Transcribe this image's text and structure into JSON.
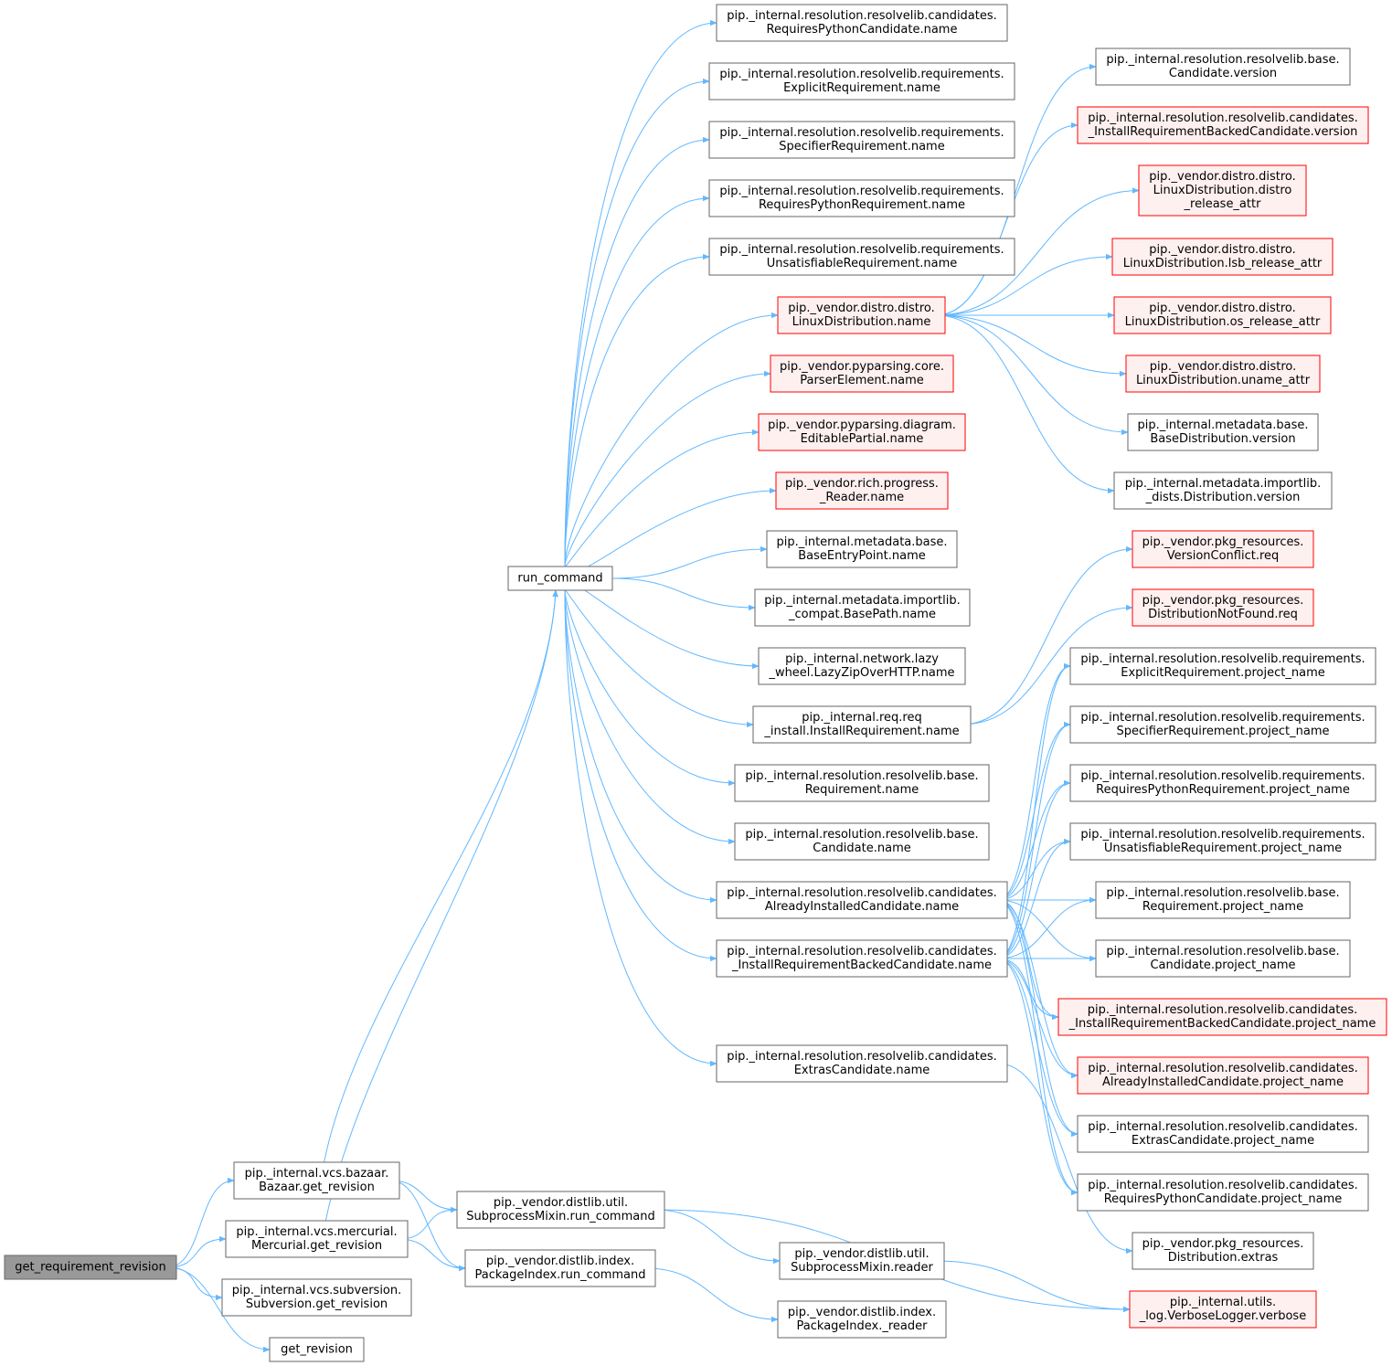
{
  "graph": {
    "colors": {
      "edge": "#63b8ff",
      "node_fill": "#ffffff",
      "node_border": "#666666",
      "root_fill": "#999999",
      "root_border": "#666666",
      "external_fill": "#fff0f0",
      "external_border": "#ff0000"
    },
    "nodes": [
      {
        "id": "root",
        "lines": [
          "get_requirement_revision"
        ],
        "kind": "root"
      },
      {
        "id": "bazaar",
        "lines": [
          "pip._internal.vcs.bazaar.",
          "Bazaar.get_revision"
        ],
        "kind": "normal"
      },
      {
        "id": "mercurial",
        "lines": [
          "pip._internal.vcs.mercurial.",
          "Mercurial.get_revision"
        ],
        "kind": "normal"
      },
      {
        "id": "subversion",
        "lines": [
          "pip._internal.vcs.subversion.",
          "Subversion.get_revision"
        ],
        "kind": "normal"
      },
      {
        "id": "get_revision",
        "lines": [
          "get_revision"
        ],
        "kind": "normal"
      },
      {
        "id": "run_command",
        "lines": [
          "run_command"
        ],
        "kind": "normal"
      },
      {
        "id": "subproc_run",
        "lines": [
          "pip._vendor.distlib.util.",
          "SubprocessMixin.run_command"
        ],
        "kind": "normal"
      },
      {
        "id": "pkgindex_run",
        "lines": [
          "pip._vendor.distlib.index.",
          "PackageIndex.run_command"
        ],
        "kind": "normal"
      },
      {
        "id": "subproc_reader",
        "lines": [
          "pip._vendor.distlib.util.",
          "SubprocessMixin.reader"
        ],
        "kind": "normal"
      },
      {
        "id": "pkgindex_reader",
        "lines": [
          "pip._vendor.distlib.index.",
          "PackageIndex._reader"
        ],
        "kind": "normal"
      },
      {
        "id": "n_rpc",
        "lines": [
          "pip._internal.resolution.resolvelib.candidates.",
          "RequiresPythonCandidate.name"
        ],
        "kind": "normal"
      },
      {
        "id": "n_er",
        "lines": [
          "pip._internal.resolution.resolvelib.requirements.",
          "ExplicitRequirement.name"
        ],
        "kind": "normal"
      },
      {
        "id": "n_sr",
        "lines": [
          "pip._internal.resolution.resolvelib.requirements.",
          "SpecifierRequirement.name"
        ],
        "kind": "normal"
      },
      {
        "id": "n_rpr",
        "lines": [
          "pip._internal.resolution.resolvelib.requirements.",
          "RequiresPythonRequirement.name"
        ],
        "kind": "normal"
      },
      {
        "id": "n_ur",
        "lines": [
          "pip._internal.resolution.resolvelib.requirements.",
          "UnsatisfiableRequirement.name"
        ],
        "kind": "normal"
      },
      {
        "id": "n_ld",
        "lines": [
          "pip._vendor.distro.distro.",
          "LinuxDistribution.name"
        ],
        "kind": "external"
      },
      {
        "id": "n_pe",
        "lines": [
          "pip._vendor.pyparsing.core.",
          "ParserElement.name"
        ],
        "kind": "external"
      },
      {
        "id": "n_ep",
        "lines": [
          "pip._vendor.pyparsing.diagram.",
          "EditablePartial.name"
        ],
        "kind": "external"
      },
      {
        "id": "n_rd",
        "lines": [
          "pip._vendor.rich.progress.",
          "_Reader.name"
        ],
        "kind": "external"
      },
      {
        "id": "n_bep",
        "lines": [
          "pip._internal.metadata.base.",
          "BaseEntryPoint.name"
        ],
        "kind": "normal"
      },
      {
        "id": "n_bp",
        "lines": [
          "pip._internal.metadata.importlib.",
          "_compat.BasePath.name"
        ],
        "kind": "normal"
      },
      {
        "id": "n_lz",
        "lines": [
          "pip._internal.network.lazy",
          "_wheel.LazyZipOverHTTP.name"
        ],
        "kind": "normal"
      },
      {
        "id": "n_ir",
        "lines": [
          "pip._internal.req.req",
          "_install.InstallRequirement.name"
        ],
        "kind": "normal"
      },
      {
        "id": "n_breq",
        "lines": [
          "pip._internal.resolution.resolvelib.base.",
          "Requirement.name"
        ],
        "kind": "normal"
      },
      {
        "id": "n_bcand",
        "lines": [
          "pip._internal.resolution.resolvelib.base.",
          "Candidate.name"
        ],
        "kind": "normal"
      },
      {
        "id": "n_aic",
        "lines": [
          "pip._internal.resolution.resolvelib.candidates.",
          "AlreadyInstalledCandidate.name"
        ],
        "kind": "normal"
      },
      {
        "id": "n_irbc",
        "lines": [
          "pip._internal.resolution.resolvelib.candidates.",
          "_InstallRequirementBackedCandidate.name"
        ],
        "kind": "normal"
      },
      {
        "id": "n_ec",
        "lines": [
          "pip._internal.resolution.resolvelib.candidates.",
          "ExtrasCandidate.name"
        ],
        "kind": "normal"
      },
      {
        "id": "v_bc",
        "lines": [
          "pip._internal.resolution.resolvelib.base.",
          "Candidate.version"
        ],
        "kind": "normal"
      },
      {
        "id": "v_irbc",
        "lines": [
          "pip._internal.resolution.resolvelib.candidates.",
          "_InstallRequirementBackedCandidate.version"
        ],
        "kind": "external"
      },
      {
        "id": "d_rel",
        "lines": [
          "pip._vendor.distro.distro.",
          "LinuxDistribution.distro",
          "_release_attr"
        ],
        "kind": "external"
      },
      {
        "id": "d_lsb",
        "lines": [
          "pip._vendor.distro.distro.",
          "LinuxDistribution.lsb_release_attr"
        ],
        "kind": "external"
      },
      {
        "id": "d_os",
        "lines": [
          "pip._vendor.distro.distro.",
          "LinuxDistribution.os_release_attr"
        ],
        "kind": "external"
      },
      {
        "id": "d_un",
        "lines": [
          "pip._vendor.distro.distro.",
          "LinuxDistribution.uname_attr"
        ],
        "kind": "external"
      },
      {
        "id": "v_bd",
        "lines": [
          "pip._internal.metadata.base.",
          "BaseDistribution.version"
        ],
        "kind": "normal"
      },
      {
        "id": "v_dd",
        "lines": [
          "pip._internal.metadata.importlib.",
          "_dists.Distribution.version"
        ],
        "kind": "normal"
      },
      {
        "id": "vc_req",
        "lines": [
          "pip._vendor.pkg_resources.",
          "VersionConflict.req"
        ],
        "kind": "external"
      },
      {
        "id": "dnf_req",
        "lines": [
          "pip._vendor.pkg_resources.",
          "DistributionNotFound.req"
        ],
        "kind": "external"
      },
      {
        "id": "pn_er",
        "lines": [
          "pip._internal.resolution.resolvelib.requirements.",
          "ExplicitRequirement.project_name"
        ],
        "kind": "normal"
      },
      {
        "id": "pn_sr",
        "lines": [
          "pip._internal.resolution.resolvelib.requirements.",
          "SpecifierRequirement.project_name"
        ],
        "kind": "normal"
      },
      {
        "id": "pn_rpr",
        "lines": [
          "pip._internal.resolution.resolvelib.requirements.",
          "RequiresPythonRequirement.project_name"
        ],
        "kind": "normal"
      },
      {
        "id": "pn_ur",
        "lines": [
          "pip._internal.resolution.resolvelib.requirements.",
          "UnsatisfiableRequirement.project_name"
        ],
        "kind": "normal"
      },
      {
        "id": "pn_breq",
        "lines": [
          "pip._internal.resolution.resolvelib.base.",
          "Requirement.project_name"
        ],
        "kind": "normal"
      },
      {
        "id": "pn_bcand",
        "lines": [
          "pip._internal.resolution.resolvelib.base.",
          "Candidate.project_name"
        ],
        "kind": "normal"
      },
      {
        "id": "pn_irbc",
        "lines": [
          "pip._internal.resolution.resolvelib.candidates.",
          "_InstallRequirementBackedCandidate.project_name"
        ],
        "kind": "external"
      },
      {
        "id": "pn_aic",
        "lines": [
          "pip._internal.resolution.resolvelib.candidates.",
          "AlreadyInstalledCandidate.project_name"
        ],
        "kind": "external"
      },
      {
        "id": "pn_ec",
        "lines": [
          "pip._internal.resolution.resolvelib.candidates.",
          "ExtrasCandidate.project_name"
        ],
        "kind": "normal"
      },
      {
        "id": "pn_rpc",
        "lines": [
          "pip._internal.resolution.resolvelib.candidates.",
          "RequiresPythonCandidate.project_name"
        ],
        "kind": "normal"
      },
      {
        "id": "dist_extras",
        "lines": [
          "pip._vendor.pkg_resources.",
          "Distribution.extras"
        ],
        "kind": "normal"
      },
      {
        "id": "verbose",
        "lines": [
          "pip._internal.utils.",
          "_log.VerboseLogger.verbose"
        ],
        "kind": "external"
      }
    ],
    "edges": [
      [
        "root",
        "bazaar"
      ],
      [
        "root",
        "mercurial"
      ],
      [
        "root",
        "subversion"
      ],
      [
        "root",
        "get_revision"
      ],
      [
        "bazaar",
        "run_command"
      ],
      [
        "bazaar",
        "subproc_run"
      ],
      [
        "bazaar",
        "pkgindex_run"
      ],
      [
        "mercurial",
        "run_command"
      ],
      [
        "mercurial",
        "subproc_run"
      ],
      [
        "mercurial",
        "pkgindex_run"
      ],
      [
        "run_command",
        "n_rpc"
      ],
      [
        "run_command",
        "n_er"
      ],
      [
        "run_command",
        "n_sr"
      ],
      [
        "run_command",
        "n_rpr"
      ],
      [
        "run_command",
        "n_ur"
      ],
      [
        "run_command",
        "n_ld"
      ],
      [
        "run_command",
        "n_pe"
      ],
      [
        "run_command",
        "n_ep"
      ],
      [
        "run_command",
        "n_rd"
      ],
      [
        "run_command",
        "n_bep"
      ],
      [
        "run_command",
        "n_bp"
      ],
      [
        "run_command",
        "n_lz"
      ],
      [
        "run_command",
        "n_ir"
      ],
      [
        "run_command",
        "n_breq"
      ],
      [
        "run_command",
        "n_bcand"
      ],
      [
        "run_command",
        "n_aic"
      ],
      [
        "run_command",
        "n_irbc"
      ],
      [
        "run_command",
        "n_ec"
      ],
      [
        "n_ld",
        "v_bc"
      ],
      [
        "n_ld",
        "v_irbc"
      ],
      [
        "n_ld",
        "d_rel"
      ],
      [
        "n_ld",
        "d_lsb"
      ],
      [
        "n_ld",
        "d_os"
      ],
      [
        "n_ld",
        "d_un"
      ],
      [
        "n_ld",
        "v_bd"
      ],
      [
        "n_ld",
        "v_dd"
      ],
      [
        "n_ir",
        "vc_req"
      ],
      [
        "n_ir",
        "dnf_req"
      ],
      [
        "n_aic",
        "pn_er"
      ],
      [
        "n_aic",
        "pn_sr"
      ],
      [
        "n_aic",
        "pn_rpr"
      ],
      [
        "n_aic",
        "pn_ur"
      ],
      [
        "n_aic",
        "pn_breq"
      ],
      [
        "n_aic",
        "pn_bcand"
      ],
      [
        "n_aic",
        "pn_irbc"
      ],
      [
        "n_aic",
        "pn_aic"
      ],
      [
        "n_aic",
        "pn_ec"
      ],
      [
        "n_aic",
        "pn_rpc"
      ],
      [
        "n_irbc",
        "pn_er"
      ],
      [
        "n_irbc",
        "pn_sr"
      ],
      [
        "n_irbc",
        "pn_rpr"
      ],
      [
        "n_irbc",
        "pn_ur"
      ],
      [
        "n_irbc",
        "pn_breq"
      ],
      [
        "n_irbc",
        "pn_bcand"
      ],
      [
        "n_irbc",
        "pn_irbc"
      ],
      [
        "n_irbc",
        "pn_aic"
      ],
      [
        "n_irbc",
        "pn_ec"
      ],
      [
        "n_irbc",
        "pn_rpc"
      ],
      [
        "n_ec",
        "dist_extras"
      ],
      [
        "subproc_run",
        "subproc_reader"
      ],
      [
        "subproc_run",
        "verbose"
      ],
      [
        "pkgindex_run",
        "pkgindex_reader"
      ],
      [
        "subproc_reader",
        "verbose"
      ]
    ]
  }
}
